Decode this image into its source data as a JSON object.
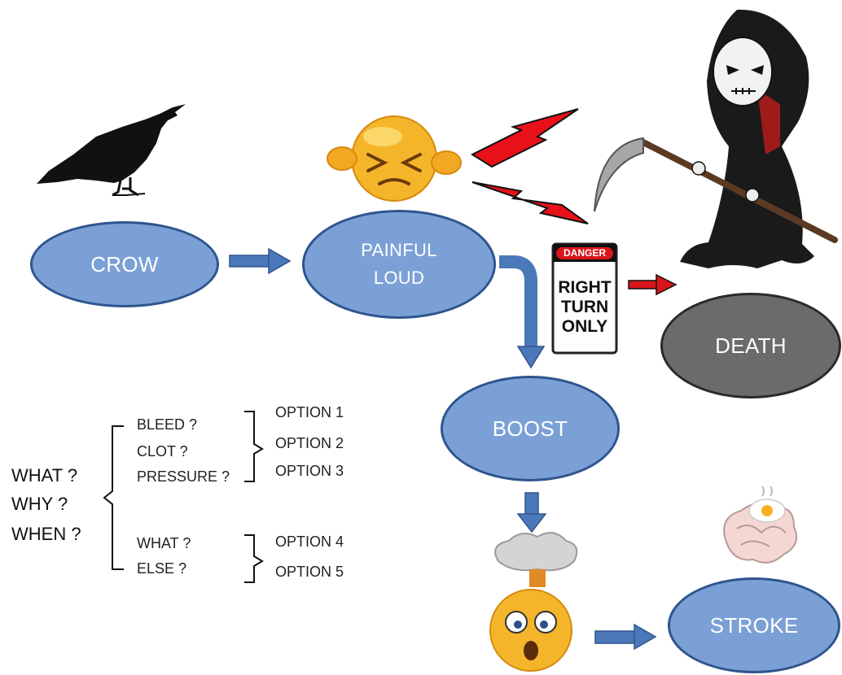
{
  "nodes": {
    "crow": "CROW",
    "painful": "PAINFUL",
    "loud": "LOUD",
    "boost": "BOOST",
    "death": "DEATH",
    "stroke": "STROKE"
  },
  "sign": {
    "danger": "DANGER",
    "line1": "RIGHT",
    "line2": "TURN",
    "line3": "ONLY"
  },
  "questions": [
    "WHAT ?",
    "WHY ?",
    "WHEN ?"
  ],
  "group1": {
    "items": [
      "BLEED ?",
      "CLOT ?",
      "PRESSURE ?"
    ],
    "options": [
      "OPTION 1",
      "OPTION 2",
      "OPTION 3"
    ]
  },
  "group2": {
    "items": [
      "WHAT ?",
      "ELSE ?"
    ],
    "options": [
      "OPTION 4",
      "OPTION 5"
    ]
  },
  "colors": {
    "node_fill": "#7ba0d6",
    "node_border": "#2f558f",
    "death_fill": "#6b6b6b",
    "arrow_blue": "#4a78b8",
    "arrow_red": "#d9141b"
  }
}
